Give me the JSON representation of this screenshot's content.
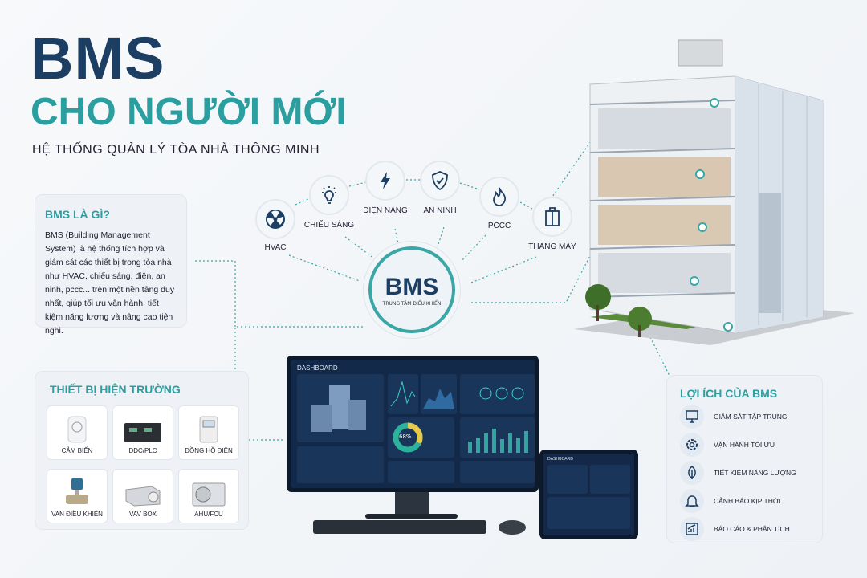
{
  "header": {
    "title": "BMS",
    "subtitle": "CHO NGƯỜI MỚI",
    "tagline": "HỆ THỐNG QUẢN LÝ TÒA NHÀ THÔNG MINH"
  },
  "what_is": {
    "title": "BMS LÀ GÌ?",
    "body": "BMS (Building Management System) là hệ thống tích hợp và giám sát các thiết bị trong tòa nhà như HVAC, chiếu sáng, điện, an ninh, pccc... trên một nền tảng duy nhất, giúp tối ưu vận hành, tiết kiệm năng lượng và nâng cao tiện nghi."
  },
  "subsystems": [
    {
      "label": "HVAC",
      "icon": "fan-icon"
    },
    {
      "label": "CHIẾU SÁNG",
      "icon": "lightbulb-icon"
    },
    {
      "label": "ĐIỆN NĂNG",
      "icon": "lightning-icon"
    },
    {
      "label": "AN NINH",
      "icon": "shield-check-icon"
    },
    {
      "label": "PCCC",
      "icon": "fire-icon"
    },
    {
      "label": "THANG MÁY",
      "icon": "elevator-icon"
    }
  ],
  "hub": {
    "title": "BMS",
    "subtitle": "TRUNG TÂM ĐIỀU KHIỂN"
  },
  "field_devices": {
    "title": "THIẾT BỊ HIỆN TRƯỜNG",
    "items": [
      "CẢM BIẾN",
      "DDC/PLC",
      "ĐỒNG HỒ ĐIỆN",
      "VAN ĐIỀU KHIỂN",
      "VAV BOX",
      "AHU/FCU"
    ]
  },
  "dashboard": {
    "title": "DASHBOARD",
    "donut_label": "68%",
    "donut_value": 68,
    "tablet_title": "DASHBOARD"
  },
  "benefits": {
    "title": "LỢI ÍCH CỦA BMS",
    "items": [
      {
        "label": "GIÁM SÁT TẬP TRUNG",
        "icon": "monitor-icon"
      },
      {
        "label": "VẬN HÀNH TỐI ƯU",
        "icon": "gear-icon"
      },
      {
        "label": "TIẾT KIỆM NĂNG LƯỢNG",
        "icon": "leaf-icon"
      },
      {
        "label": "CẢNH BÁO KỊP THỜI",
        "icon": "bell-icon"
      },
      {
        "label": "BÁO CÁO & PHÂN TÍCH",
        "icon": "chart-icon"
      }
    ]
  },
  "colors": {
    "navy": "#1c3e62",
    "teal": "#2b9ea0",
    "screen": "#13294a"
  }
}
